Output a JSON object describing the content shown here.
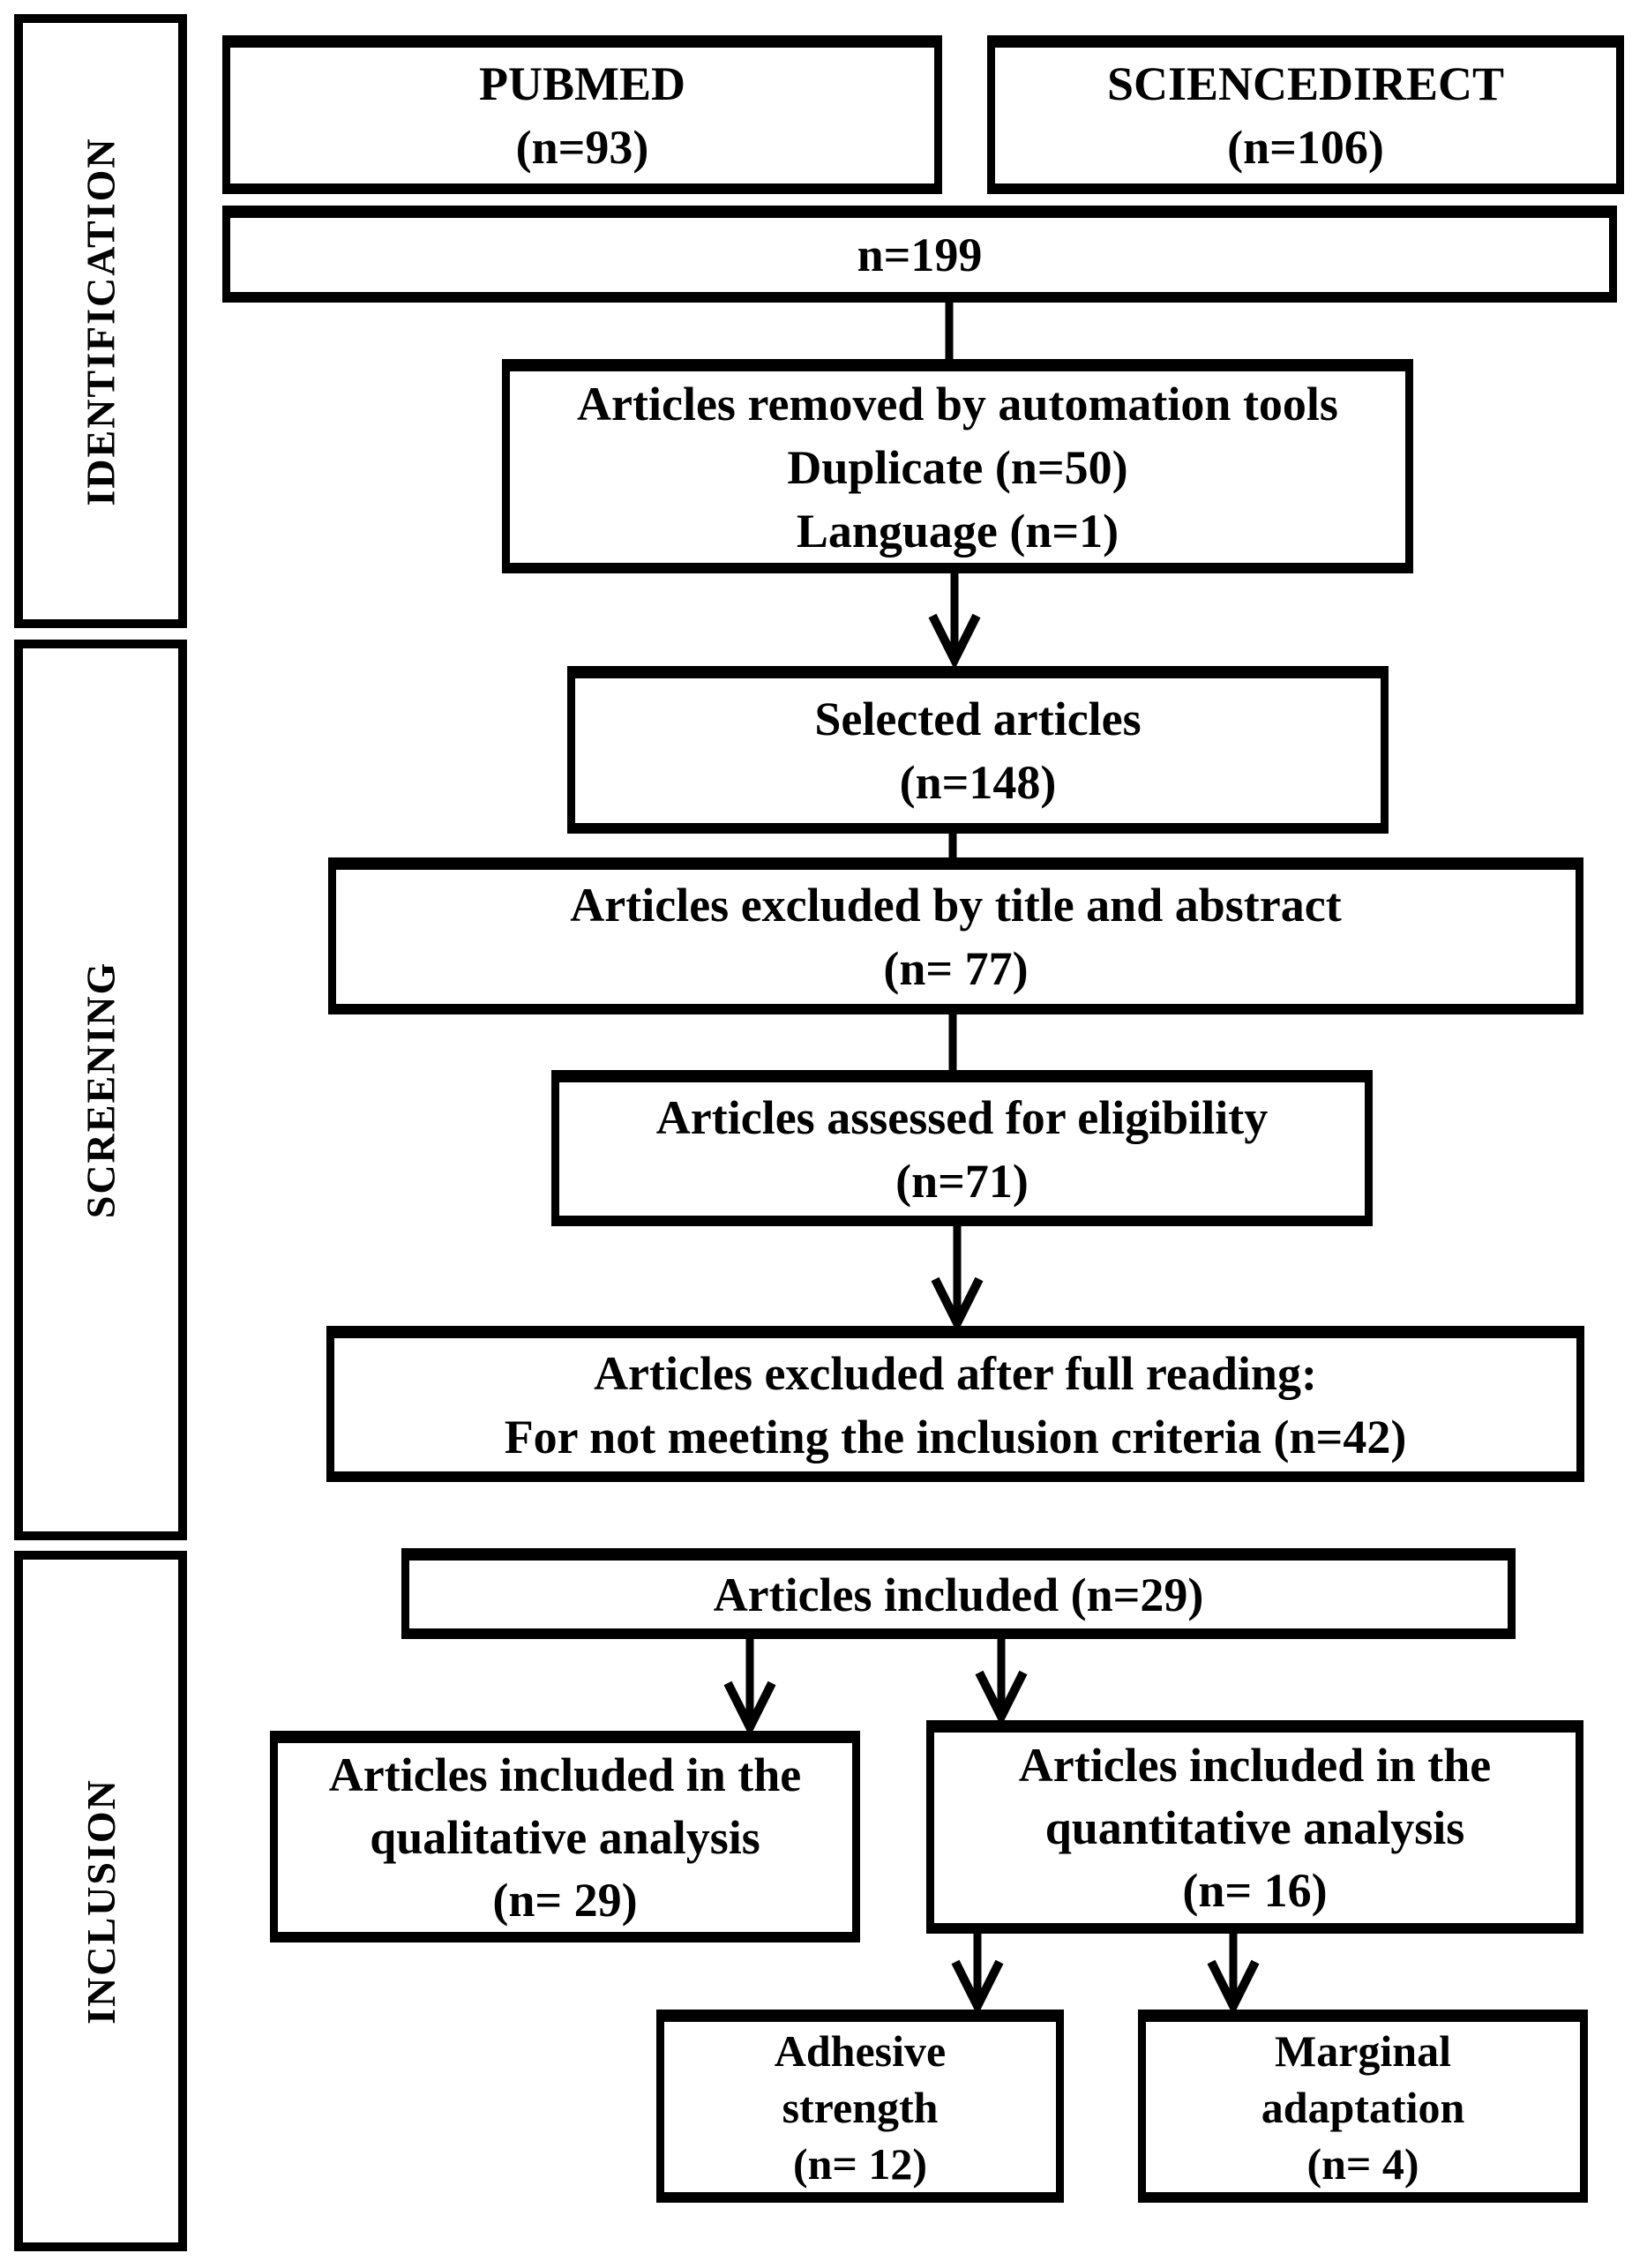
{
  "sidebar": {
    "identification_label": "IDENTIFICATION",
    "screening_label": "SCREENING",
    "inclusion_label": "INCLUSION"
  },
  "boxes": {
    "pubmed": {
      "lines": [
        "PUBMED",
        "(n=93)"
      ]
    },
    "sciencedirect": {
      "lines": [
        "SCIENCEDIRECT",
        "(n=106)"
      ]
    },
    "total": {
      "lines": [
        "n=199"
      ]
    },
    "removed": {
      "lines": [
        "Articles removed by automation tools",
        "Duplicate (n=50)",
        "Language (n=1)"
      ]
    },
    "selected": {
      "lines": [
        "Selected articles",
        "(n=148)"
      ]
    },
    "excluded_title": {
      "lines": [
        "Articles excluded by title and abstract",
        "(n= 77)"
      ]
    },
    "assessed": {
      "lines": [
        "Articles assessed for eligibility",
        "(n=71)"
      ]
    },
    "excluded_full": {
      "lines": [
        "Articles excluded after full reading:",
        "For not meeting the inclusion criteria (n=42)"
      ]
    },
    "included": {
      "lines": [
        "Articles included (n=29)"
      ]
    },
    "qualitative": {
      "lines": [
        "Articles included in the",
        "qualitative analysis",
        "(n= 29)"
      ]
    },
    "quantitative": {
      "lines": [
        "Articles included in the",
        "quantitative analysis",
        "(n= 16)"
      ]
    },
    "adhesive": {
      "lines": [
        "Adhesive",
        "strength",
        "(n= 12)"
      ]
    },
    "marginal": {
      "lines": [
        "Marginal",
        "adaptation",
        "(n= 4)"
      ]
    }
  },
  "colors": {
    "ink": "#000000",
    "background": "#ffffff"
  }
}
